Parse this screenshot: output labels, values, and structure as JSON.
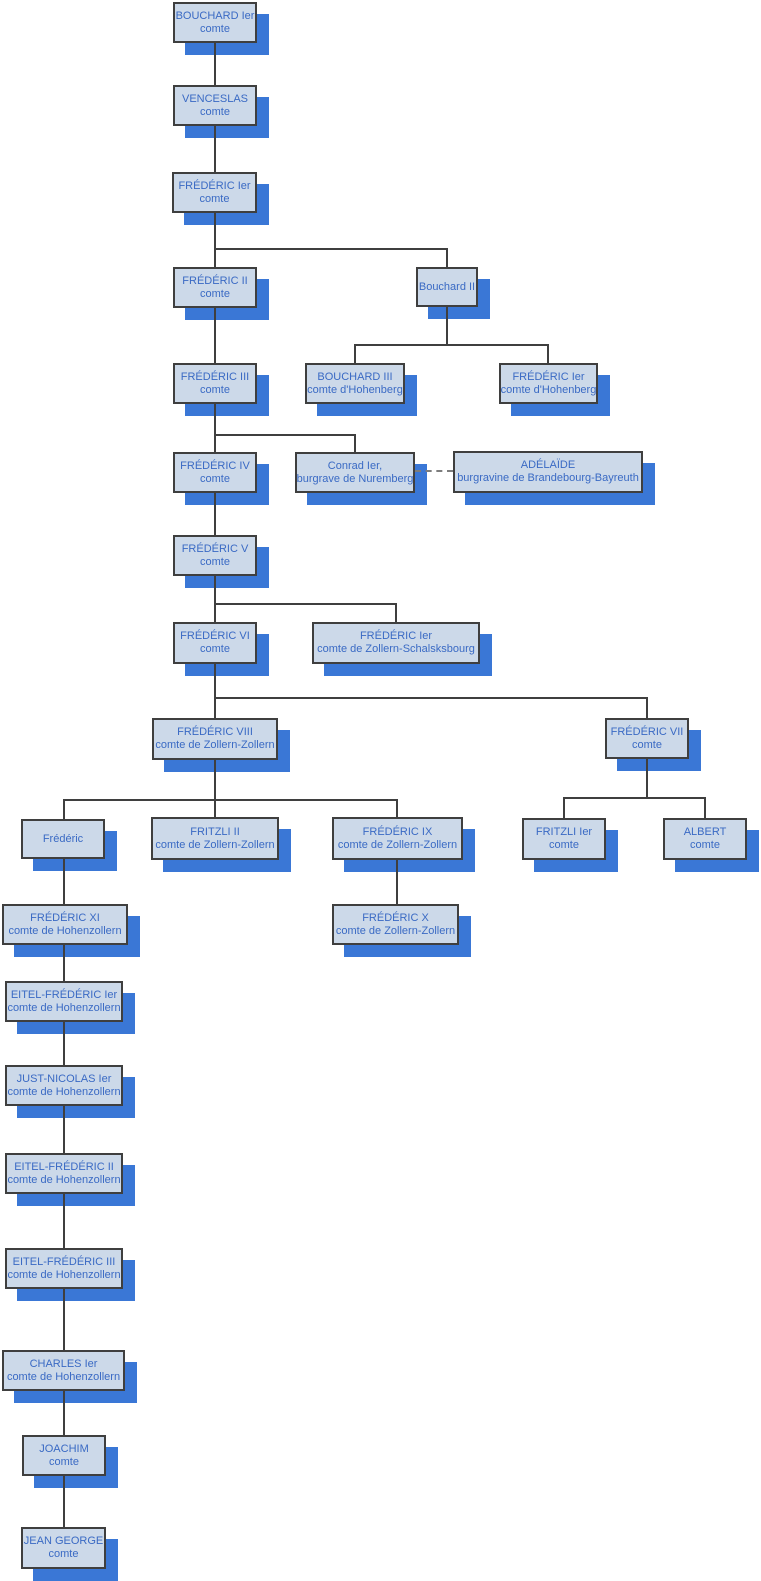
{
  "diagram": {
    "type": "family-tree",
    "subject": "Comtes de Hohenzollern",
    "colors": {
      "background": "#ffffff",
      "box_fill": "#ccd9e9",
      "box_border": "#3f3f3f",
      "box_text": "#3a6ac4",
      "shadow": "#3a77d6",
      "connector": "#3f3f3f"
    },
    "nodes": {
      "bouchard1": {
        "name": "BOUCHARD Ier",
        "title": "comte"
      },
      "venceslas": {
        "name": "VENCESLAS",
        "title": "comte"
      },
      "frederic1": {
        "name": "FRÉDÉRIC Ier",
        "title": "comte"
      },
      "frederic2": {
        "name": "FRÉDÉRIC II",
        "title": "comte"
      },
      "bouchard2": {
        "name": "Bouchard II",
        "title": ""
      },
      "frederic3": {
        "name": "FRÉDÉRIC III",
        "title": "comte"
      },
      "bouchard3": {
        "name": "BOUCHARD III",
        "title": "comte d'Hohenberg"
      },
      "frederic1h": {
        "name": "FRÉDÉRIC Ier",
        "title": "comte d'Hohenberg"
      },
      "frederic4": {
        "name": "FRÉDÉRIC IV",
        "title": "comte"
      },
      "conrad1": {
        "name": "Conrad Ier,",
        "title": "burgrave de Nuremberg"
      },
      "adelaide": {
        "name": "ADÉLAÏDE",
        "title": "burgravine de Brandebourg-Bayreuth"
      },
      "frederic5": {
        "name": "FRÉDÉRIC V",
        "title": "comte"
      },
      "frederic6": {
        "name": "FRÉDÉRIC VI",
        "title": "comte"
      },
      "frederic1z": {
        "name": "FRÉDÉRIC Ier",
        "title": "comte de Zollern-Schalsksbourg"
      },
      "frederic8": {
        "name": "FRÉDÉRIC VIII",
        "title": "comte de Zollern-Zollern"
      },
      "frederic7": {
        "name": "FRÉDÉRIC VII",
        "title": "comte"
      },
      "fredericp": {
        "name": "Frédéric",
        "title": ""
      },
      "fritzli2": {
        "name": "FRITZLI II",
        "title": "comte de Zollern-Zollern"
      },
      "frederic9": {
        "name": "FRÉDÉRIC IX",
        "title": "comte de Zollern-Zollern"
      },
      "fritzli1": {
        "name": "FRITZLI Ier",
        "title": "comte"
      },
      "albert": {
        "name": "ALBERT",
        "title": "comte"
      },
      "frederic11": {
        "name": "FRÉDÉRIC XI",
        "title": "comte de Hohenzollern"
      },
      "frederic10": {
        "name": "FRÉDÉRIC X",
        "title": "comte de Zollern-Zollern"
      },
      "eitel1": {
        "name": "EITEL-FRÉDÉRIC Ier",
        "title": "comte de Hohenzollern"
      },
      "justnicolas": {
        "name": "JUST-NICOLAS Ier",
        "title": "comte de Hohenzollern"
      },
      "eitel2": {
        "name": "EITEL-FRÉDÉRIC II",
        "title": "comte de Hohenzollern"
      },
      "eitel3": {
        "name": "EITEL-FRÉDÉRIC III",
        "title": "comte de Hohenzollern"
      },
      "charles1": {
        "name": "CHARLES Ier",
        "title": "comte de Hohenzollern"
      },
      "joachim": {
        "name": "JOACHIM",
        "title": "comte"
      },
      "jeangeorge": {
        "name": "JEAN GEORGE",
        "title": "comte"
      }
    }
  }
}
